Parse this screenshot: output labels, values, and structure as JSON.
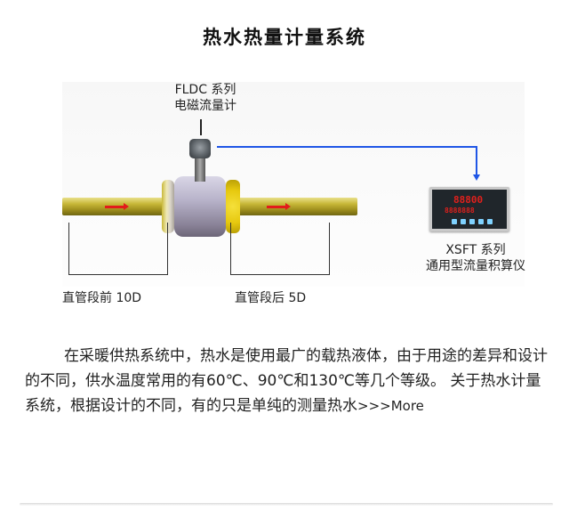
{
  "title": "热水热量计量系统",
  "diagram": {
    "flowmeter_label": {
      "line1": "FLDC 系列",
      "line2": "电磁流量计"
    },
    "integrator_label": {
      "line1": "XSFT 系列",
      "line2": "通用型流量积算仪"
    },
    "upstream_label": "直管段前 10D",
    "downstream_label": "直管段后 5D",
    "meter_display": {
      "row1": "88800",
      "row2": "8888888"
    },
    "colors": {
      "signal_wire": "#1f56e6",
      "pipe": "#c8b838",
      "flow_arrow": "#e21b1b"
    }
  },
  "paragraph": {
    "text": "在采暖供热系统中，热水是使用最广的载热液体，由于用途的差异和设计的不同，供水温度常用的有60℃、90℃和130℃等几个等级。 关于热水计量系统，根据设计的不同，有的只是单纯的测量热水",
    "more_link": ">>>More"
  }
}
